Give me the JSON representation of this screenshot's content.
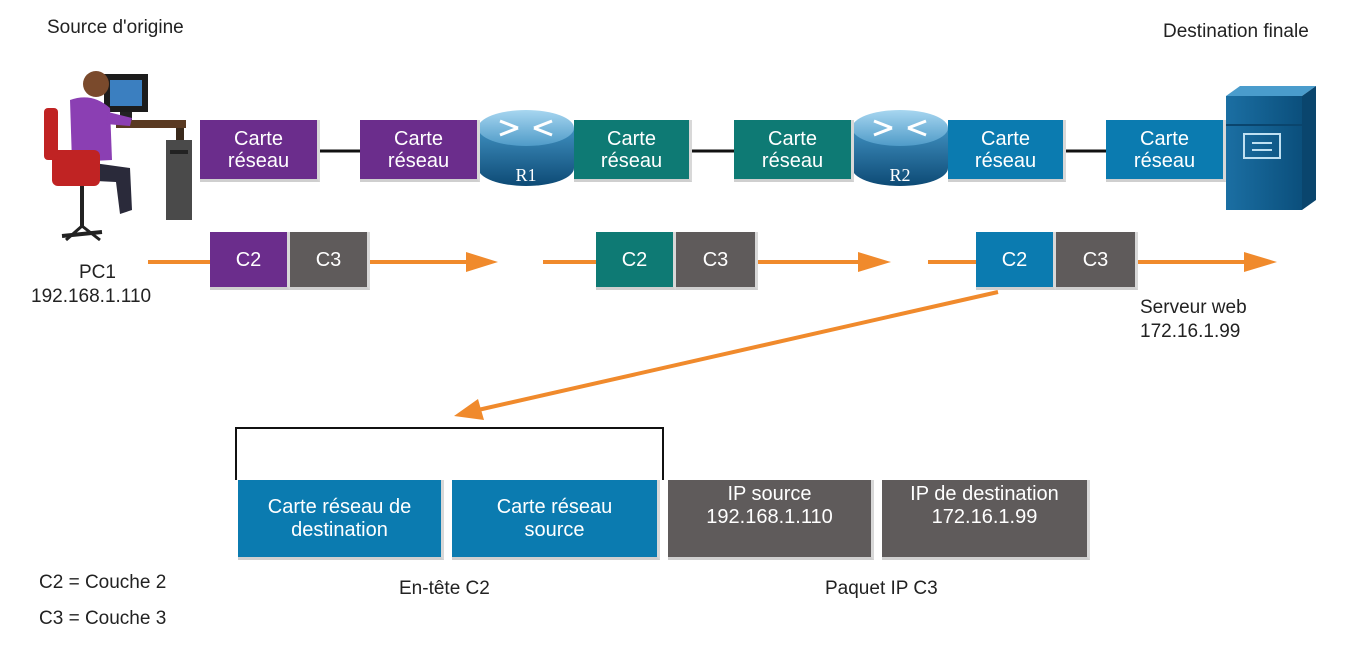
{
  "labels": {
    "source_title": "Source d'origine",
    "dest_title": "Destination finale",
    "pc_name": "PC1",
    "pc_ip": "192.168.1.110",
    "server_name": "Serveur web",
    "server_ip": "172.16.1.99",
    "legend_c2": "C2 = Couche 2",
    "legend_c3": "C3 = Couche 3"
  },
  "nics": {
    "pc": "Carte réseau",
    "r1_in": "Carte réseau",
    "r1_out": "Carte réseau",
    "r2_in": "Carte réseau",
    "r2_out": "Carte réseau",
    "server": "Carte réseau"
  },
  "routers": {
    "r1": "R1",
    "r2": "R2"
  },
  "frames": [
    {
      "c2": "C2",
      "c3": "C3",
      "color": "#6b2d8c"
    },
    {
      "c2": "C2",
      "c3": "C3",
      "color": "#0e7a74"
    },
    {
      "c2": "C2",
      "c3": "C3",
      "color": "#0b7bb0"
    }
  ],
  "detail": {
    "dest_nic": "Carte réseau de destination",
    "src_nic": "Carte réseau source",
    "ip_src_label": "IP source",
    "ip_src_value": "192.168.1.110",
    "ip_dst_label": "IP de destination",
    "ip_dst_value": "172.16.1.99",
    "c2_header": "En-tête C2",
    "c3_packet": "Paquet IP C3"
  },
  "colors": {
    "arrow": "#f08a2c",
    "purple": "#6b2d8c",
    "teal": "#0e7a74",
    "blue": "#0b7bb0",
    "gray": "#5f5b5b"
  }
}
